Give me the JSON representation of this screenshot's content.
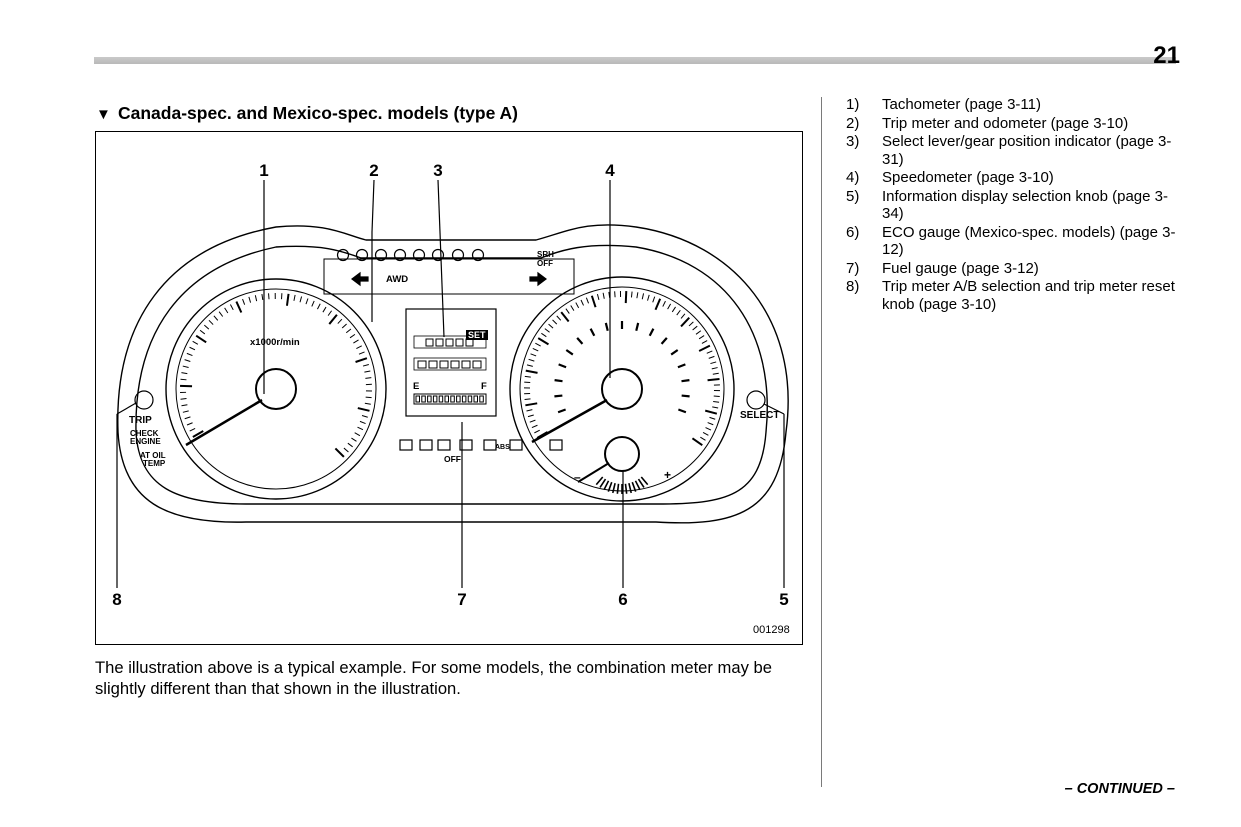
{
  "page": {
    "number": "21",
    "continued": "– CONTINUED –"
  },
  "section": {
    "marker": "▼",
    "title": "Canada-spec. and Mexico-spec. models (type A)"
  },
  "figure": {
    "id": "001298",
    "callouts": [
      "1",
      "2",
      "3",
      "4",
      "5",
      "6",
      "7",
      "8"
    ],
    "tach_unit": "x1000r/min",
    "warning_row_labels": {
      "awd": "AWD",
      "srh": "SRH",
      "srh_off": "OFF",
      "off": "OFF",
      "abs": "ABS",
      "set": "SET"
    },
    "fuel_labels": {
      "empty": "E",
      "full": "F"
    },
    "eco_labels": {
      "minus": "–",
      "plus": "+"
    },
    "left_labels": {
      "trip": "TRIP",
      "check1": "CHECK",
      "check2": "ENGINE",
      "atoil1": "AT OIL",
      "atoil2": "TEMP"
    },
    "right_labels": {
      "select": "SELECT"
    }
  },
  "caption": "The illustration above is a typical example. For some models, the combination meter may be slightly different than that shown in the illustration.",
  "legend": [
    {
      "num": "1)",
      "text": "Tachometer (page 3-11)"
    },
    {
      "num": "2)",
      "text": "Trip meter and odometer (page 3-10)"
    },
    {
      "num": "3)",
      "text": "Select lever/gear position indicator (page 3-31)"
    },
    {
      "num": "4)",
      "text": "Speedometer (page 3-10)"
    },
    {
      "num": "5)",
      "text": "Information display selection knob (page 3-34)"
    },
    {
      "num": "6)",
      "text": "ECO gauge (Mexico-spec. models) (page 3-12)"
    },
    {
      "num": "7)",
      "text": "Fuel gauge (page 3-12)"
    },
    {
      "num": "8)",
      "text": "Trip meter A/B selection and trip meter reset knob (page 3-10)"
    }
  ]
}
